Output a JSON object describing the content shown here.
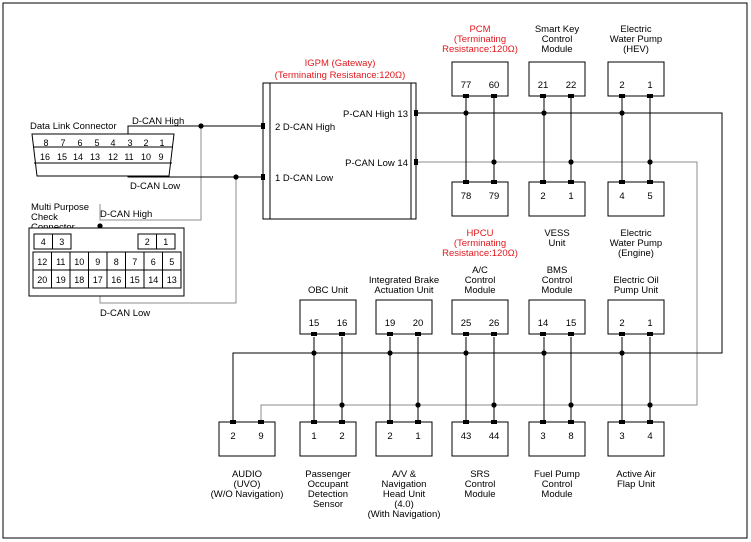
{
  "gateway": {
    "title": "IGPM (Gateway)",
    "subtitle": "(Terminating Resistance:120Ω)",
    "pins": {
      "dcan_high": "2 D-CAN High",
      "dcan_low": "1 D-CAN Low",
      "pcan_high": "P-CAN High 13",
      "pcan_low": "P-CAN Low 14"
    }
  },
  "dlc": {
    "title": "Data Link Connector",
    "top_pins": [
      "8",
      "7",
      "6",
      "5",
      "4",
      "3",
      "2",
      "1"
    ],
    "bottom_pins": [
      "16",
      "15",
      "14",
      "13",
      "12",
      "11",
      "10",
      "9"
    ]
  },
  "mpcc": {
    "title": [
      "Multi Purpose",
      "Check",
      "Connector"
    ],
    "top_pins": [
      "4",
      "3",
      "2",
      "1"
    ],
    "row1": [
      "12",
      "11",
      "10",
      "9",
      "8",
      "7",
      "6",
      "5"
    ],
    "row2": [
      "20",
      "19",
      "18",
      "17",
      "16",
      "15",
      "14",
      "13"
    ]
  },
  "wire_labels": {
    "dcan_high_top": "D-CAN High",
    "dcan_low_top": "D-CAN Low",
    "dcan_high_mid": "D-CAN High",
    "dcan_low_bottom": "D-CAN Low"
  },
  "top_modules": [
    {
      "name": [
        "PCM",
        "(Terminating",
        "Resistance:120Ω)"
      ],
      "pins": [
        "77",
        "60"
      ],
      "red": true
    },
    {
      "name": [
        "Smart Key",
        "Control",
        "Module"
      ],
      "pins": [
        "21",
        "22"
      ],
      "red": false
    },
    {
      "name": [
        "Electric",
        "Water Pump",
        "(HEV)"
      ],
      "pins": [
        "2",
        "1"
      ],
      "red": false
    }
  ],
  "mid_modules": [
    {
      "name": [
        "HPCU",
        "(Terminating",
        "Resistance:120Ω)"
      ],
      "pins": [
        "78",
        "79"
      ],
      "red": true
    },
    {
      "name": [
        "VESS",
        "Unit"
      ],
      "pins": [
        "2",
        "1"
      ],
      "red": false
    },
    {
      "name": [
        "Electric",
        "Water Pump",
        "(Engine)"
      ],
      "pins": [
        "4",
        "5"
      ],
      "red": false
    }
  ],
  "row2_modules": [
    {
      "name": [
        "OBC Unit"
      ],
      "pins": [
        "15",
        "16"
      ]
    },
    {
      "name": [
        "Integrated Brake",
        "Actuation Unit"
      ],
      "pins": [
        "19",
        "20"
      ]
    },
    {
      "name": [
        "A/C",
        "Control",
        "Module"
      ],
      "pins": [
        "25",
        "26"
      ]
    },
    {
      "name": [
        "BMS",
        "Control",
        "Module"
      ],
      "pins": [
        "14",
        "15"
      ]
    },
    {
      "name": [
        "Electric Oil",
        "Pump Unit"
      ],
      "pins": [
        "2",
        "1"
      ]
    }
  ],
  "bottom_modules": [
    {
      "name": [
        "AUDIO",
        "(UVO)",
        "(W/O Navigation)"
      ],
      "pins": [
        "2",
        "9"
      ]
    },
    {
      "name": [
        "Passenger",
        "Occupant",
        "Detection",
        "Sensor"
      ],
      "pins": [
        "1",
        "2"
      ]
    },
    {
      "name": [
        "A/V &",
        "Navigation",
        "Head Unit",
        "(4.0)",
        "(With Navigation)"
      ],
      "pins": [
        "2",
        "1"
      ]
    },
    {
      "name": [
        "SRS",
        "Control",
        "Module"
      ],
      "pins": [
        "43",
        "44"
      ]
    },
    {
      "name": [
        "Fuel Pump",
        "Control",
        "Module"
      ],
      "pins": [
        "3",
        "8"
      ]
    },
    {
      "name": [
        "Active Air",
        "Flap Unit"
      ],
      "pins": [
        "3",
        "4"
      ]
    }
  ]
}
